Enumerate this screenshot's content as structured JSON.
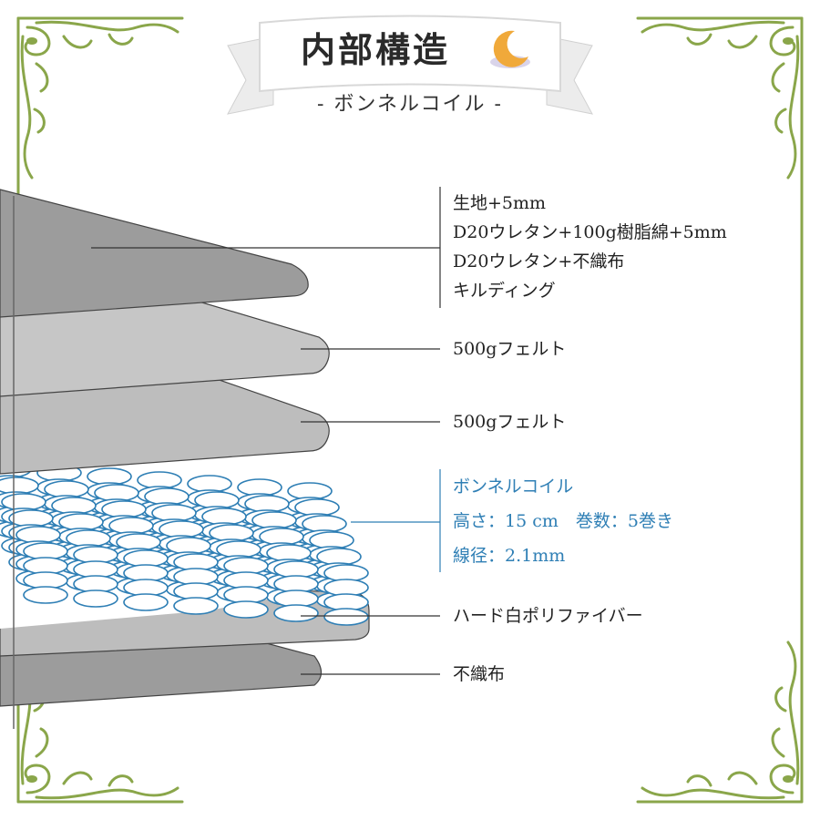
{
  "header": {
    "title": "内部構造",
    "subtitle": "- ボンネルコイル -"
  },
  "layers": [
    {
      "lines": [
        "生地+5mm",
        "D20ウレタン+100g樹脂綿+5mm",
        "D20ウレタン+不織布",
        "キルディング"
      ]
    },
    {
      "lines": [
        "500gフェルト"
      ]
    },
    {
      "lines": [
        "500gフェルト"
      ]
    },
    {
      "lines": [
        "ボンネルコイル",
        "高さ：15 cm　巻数：5巻き",
        "線径：2.1mm"
      ]
    },
    {
      "lines": [
        "ハード白ポリファイバー"
      ]
    },
    {
      "lines": [
        "不織布"
      ]
    }
  ],
  "colors": {
    "frame_green": "#8aa64a",
    "layer_dark": "#9c9c9c",
    "layer_mid": "#bdbdbd",
    "layer_light": "#c6c6c6",
    "coil_blue": "#2f7fb5",
    "text_dark": "#222222"
  },
  "icons": [
    "crescent-moon-icon",
    "vine-ornament-icon"
  ]
}
